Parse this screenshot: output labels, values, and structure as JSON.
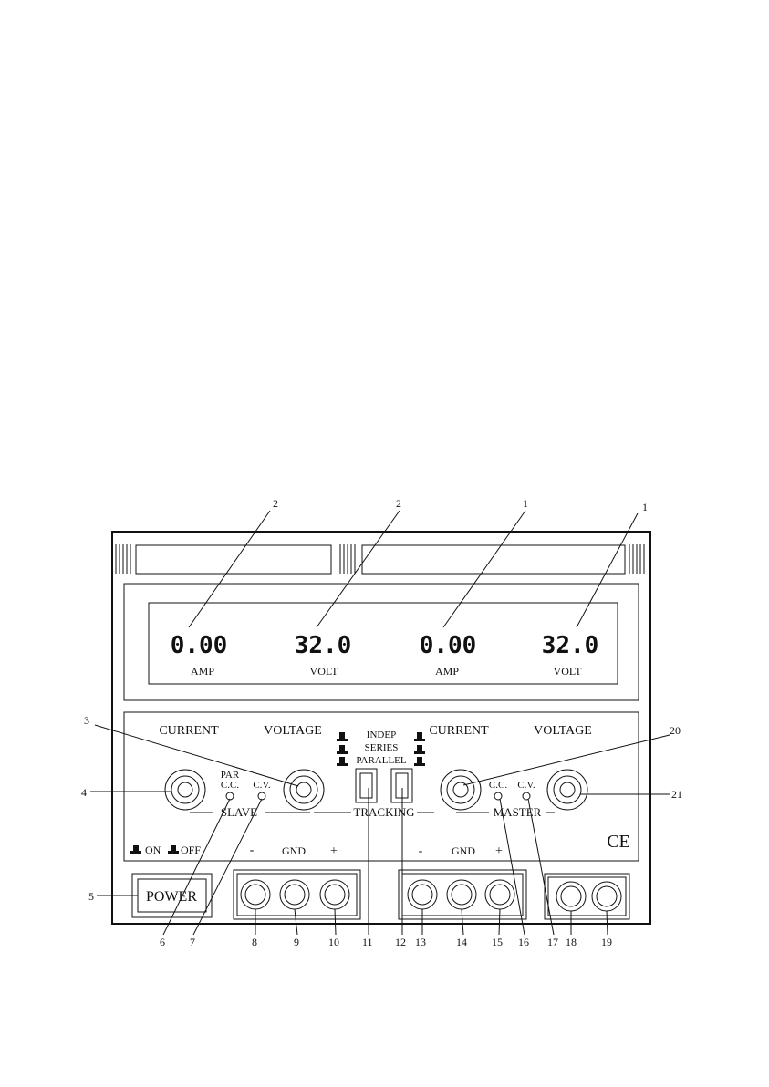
{
  "displays": {
    "slave_current": {
      "value": "0.00",
      "unit": "AMP"
    },
    "slave_voltage": {
      "value": "32.0",
      "unit": "VOLT"
    },
    "master_current": {
      "value": "0.00",
      "unit": "AMP"
    },
    "master_voltage": {
      "value": "32.0",
      "unit": "VOLT"
    }
  },
  "slave": {
    "current_label": "CURRENT",
    "voltage_label": "VOLTAGE",
    "par_label": "PAR",
    "cc_label": "C.C.",
    "cv_label": "C.V.",
    "name": "SLAVE"
  },
  "master": {
    "current_label": "CURRENT",
    "voltage_label": "VOLTAGE",
    "cc_label": "C.C.",
    "cv_label": "C.V.",
    "name": "MASTER"
  },
  "tracking": {
    "modes": [
      "INDEP",
      "SERIES",
      "PARALLEL"
    ],
    "name": "TRACKING"
  },
  "power": {
    "label": "POWER",
    "on_label": "ON",
    "off_label": "OFF"
  },
  "terminals": {
    "minus": "-",
    "gnd": "GND",
    "plus": "+"
  },
  "ce_mark": "CE",
  "callouts": [
    "1",
    "2",
    "3",
    "4",
    "5",
    "6",
    "7",
    "8",
    "9",
    "10",
    "11",
    "12",
    "13",
    "14",
    "15",
    "16",
    "17",
    "18",
    "19",
    "20",
    "21"
  ]
}
